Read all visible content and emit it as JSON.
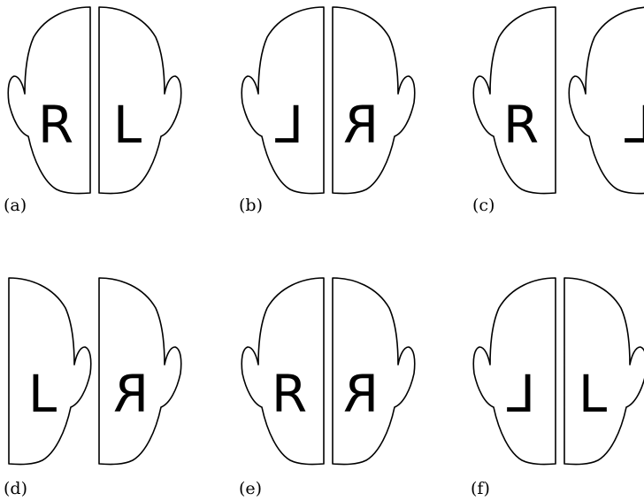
{
  "figure": {
    "panels": [
      {
        "id": "a",
        "caption": "(a)",
        "left": {
          "letter": "R",
          "mirror": false
        },
        "right": {
          "letter": "L",
          "mirror": false
        }
      },
      {
        "id": "b",
        "caption": "(b)",
        "left": {
          "letter": "L",
          "mirror": true
        },
        "right": {
          "letter": "R",
          "mirror": true
        }
      },
      {
        "id": "c",
        "caption": "(c)",
        "left": {
          "letter": "R",
          "mirror": false
        },
        "right": {
          "letter": "L",
          "mirror": true
        }
      },
      {
        "id": "d",
        "caption": "(d)",
        "left": {
          "letter": "L",
          "mirror": false
        },
        "right": {
          "letter": "R",
          "mirror": true
        }
      },
      {
        "id": "e",
        "caption": "(e)",
        "left": {
          "letter": "R",
          "mirror": false
        },
        "right": {
          "letter": "R",
          "mirror": true
        }
      },
      {
        "id": "f",
        "caption": "(f)",
        "left": {
          "letter": "L",
          "mirror": true
        },
        "right": {
          "letter": "L",
          "mirror": false
        }
      }
    ]
  }
}
